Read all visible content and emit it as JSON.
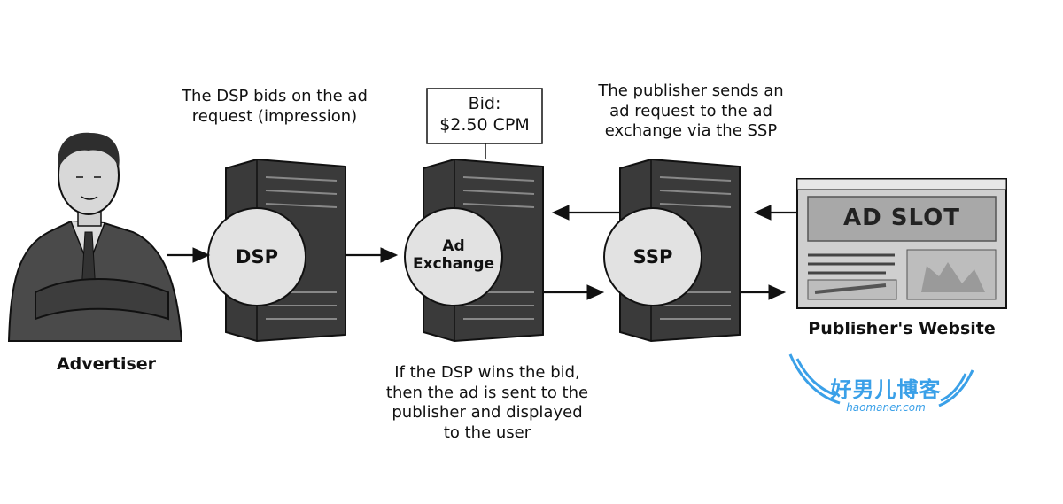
{
  "annotations": {
    "dsp_bids": "The DSP bids on the ad\nrequest (impression)",
    "publisher_sends": "The publisher sends an\nad request to the ad\nexchange via the SSP",
    "dsp_wins": "If the DSP wins the bid,\nthen the ad is sent to the\npublisher and displayed\nto the user"
  },
  "bid": {
    "text": "Bid:\n$2.50 CPM"
  },
  "nodes": {
    "dsp": "DSP",
    "exchange": "Ad\nExchange",
    "ssp": "SSP"
  },
  "labels": {
    "advertiser": "Advertiser",
    "publisher_website": "Publisher's Website"
  },
  "website": {
    "ad_slot": "AD SLOT"
  },
  "watermark": {
    "cn": "好男儿博客",
    "en": "haomaner.com"
  },
  "colors": {
    "ink": "#111111",
    "server": "#3a3a3a",
    "circle": "#e2e2e2",
    "watermark": "#3aa0e8"
  }
}
